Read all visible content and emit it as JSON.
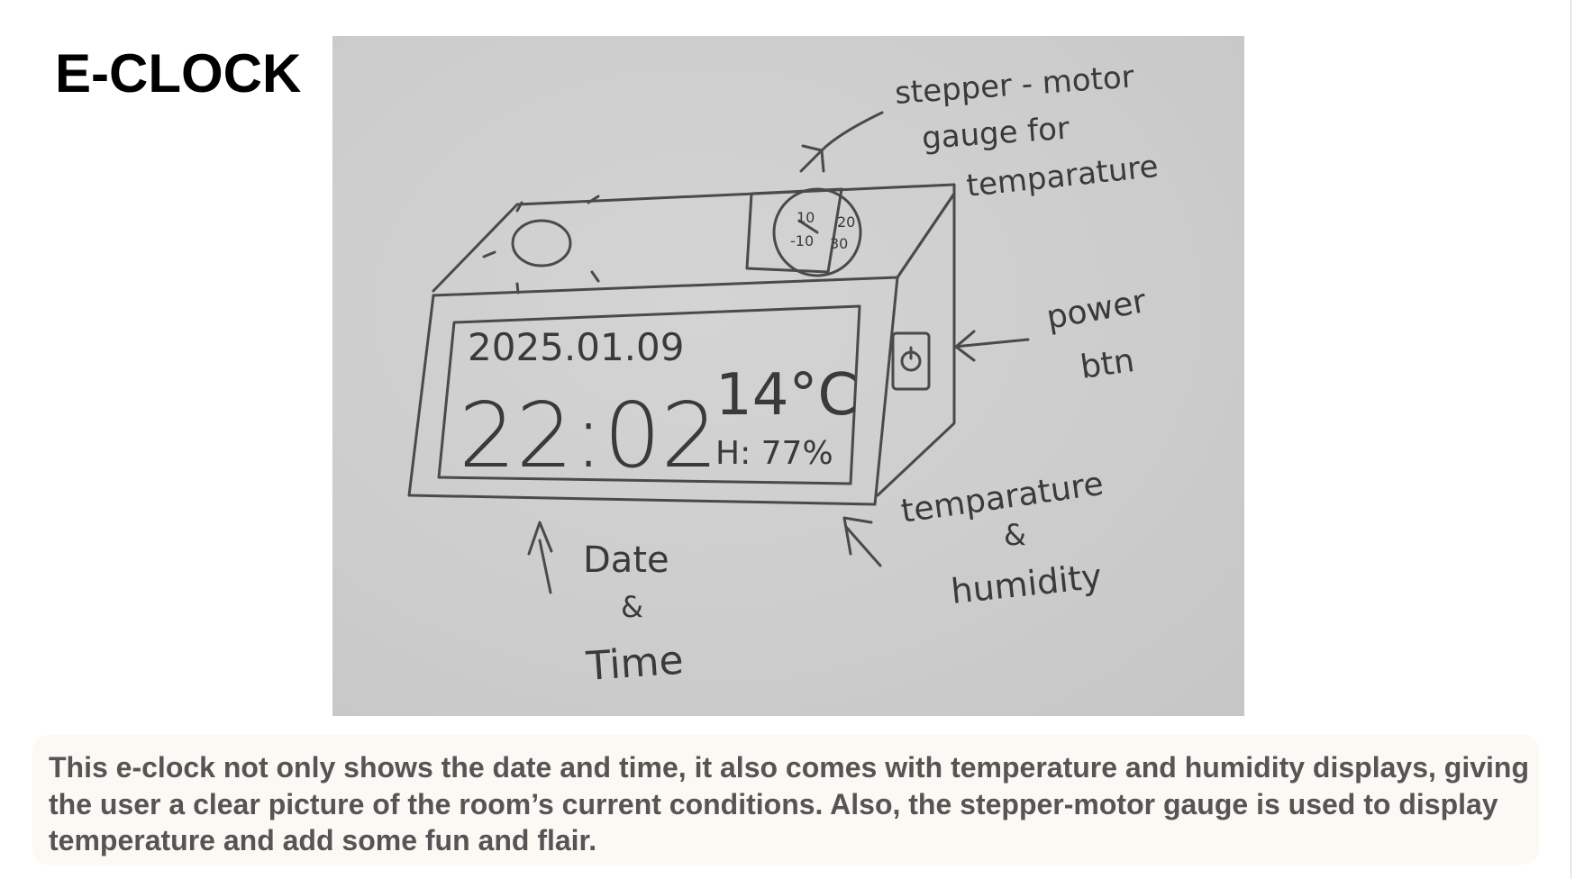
{
  "slide": {
    "title": "E-CLOCK",
    "description": "This e-clock not only shows the date and time, it also comes with temperature and humidity displays, giving the user a clear picture of the room’s current conditions. Also, the stepper-motor gauge is used to display temperature and add some fun and flair."
  },
  "sketch": {
    "display": {
      "date": "2025.01.09",
      "time": "22:02",
      "temperature": "14°C",
      "humidity": "H: 77%"
    },
    "gauge_ticks": [
      "10",
      "20",
      "-10",
      "30"
    ],
    "annotations": {
      "gauge_line1": "stepper - motor",
      "gauge_line2": "gauge for",
      "gauge_line3": "temparature",
      "power_line1": "power",
      "power_line2": "btn",
      "temp_line1": "temparature",
      "temp_line2": "&",
      "temp_line3": "humidity",
      "date_line1": "Date",
      "date_line2": "&",
      "date_line3": "Time"
    }
  }
}
